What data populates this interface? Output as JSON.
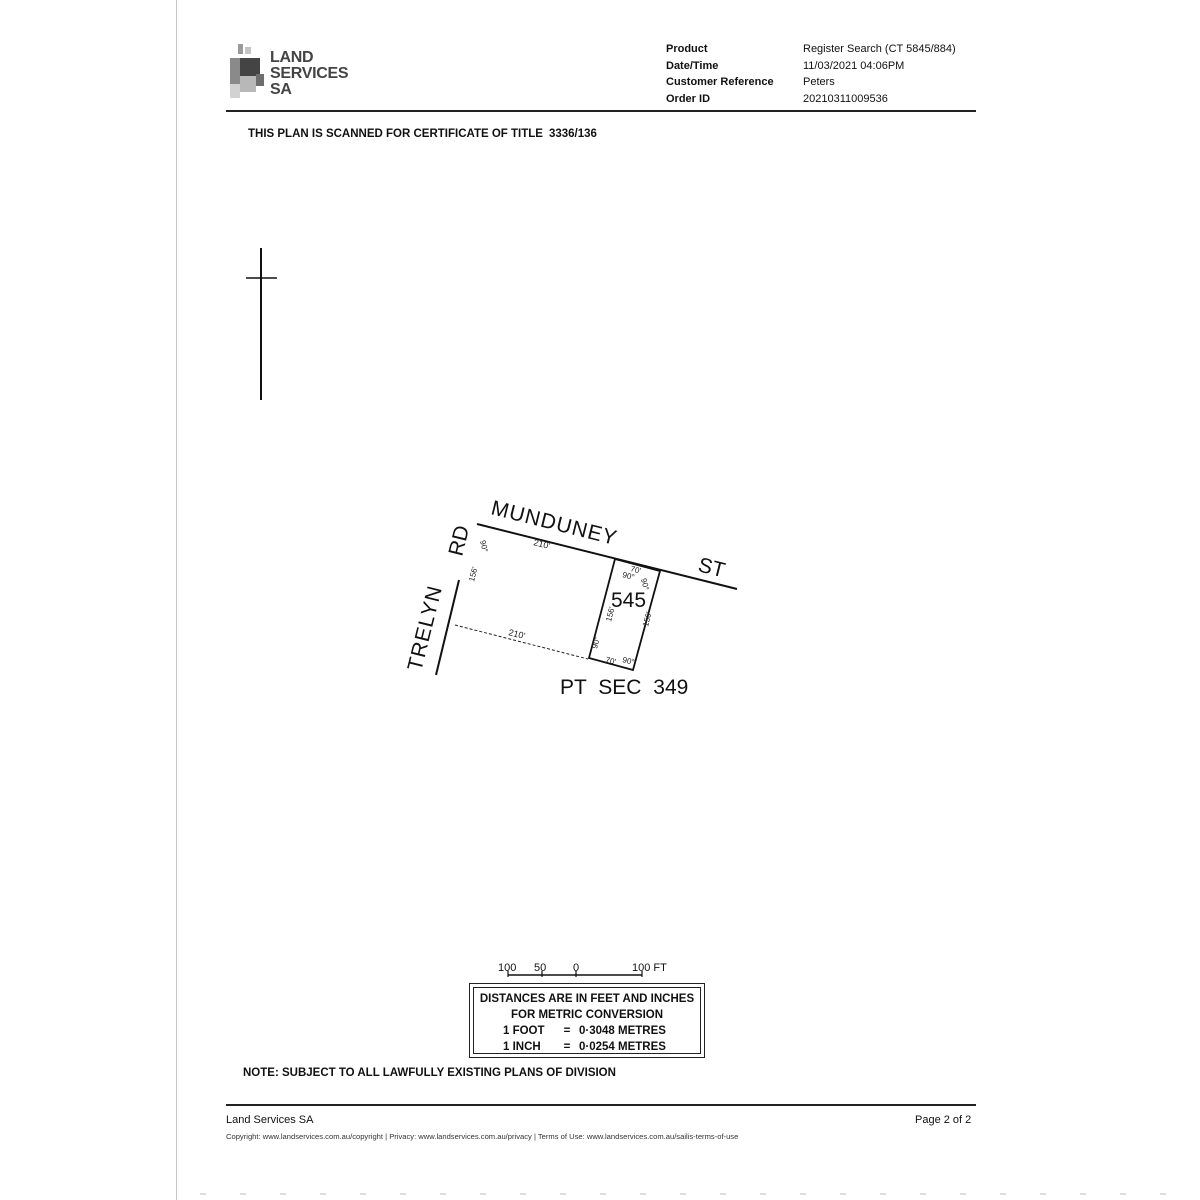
{
  "logo": {
    "lines": [
      "LAND",
      "SERVICES",
      "SA"
    ]
  },
  "meta": [
    {
      "label": "Product",
      "value": "Register Search (CT 5845/884)"
    },
    {
      "label": "Date/Time",
      "value": "11/03/2021 04:06PM"
    },
    {
      "label": "Customer Reference",
      "value": "Peters"
    },
    {
      "label": "Order ID",
      "value": "20210311009536"
    }
  ],
  "heading": {
    "text": "THIS PLAN IS SCANNED FOR CERTIFICATE OF TITLE",
    "title_no": "3336/136"
  },
  "plan": {
    "roads": {
      "north": "MUNDUNEY",
      "north_suffix": "ST",
      "west": "TRELYN",
      "west_suffix": "RD"
    },
    "allotment": "545",
    "south_label": "PT SEC 349",
    "dims": {
      "top": "210'",
      "bottom": "210'",
      "west": "156'",
      "lot_west": "156'",
      "lot_east": "156'",
      "lot_top": "70'",
      "lot_bottom": "70'",
      "angle": "90°"
    }
  },
  "scale": {
    "labels": [
      "100",
      "50",
      "0",
      "100 FT"
    ]
  },
  "conversion": {
    "line1": "DISTANCES ARE IN FEET AND INCHES",
    "line2": "FOR METRIC CONVERSION",
    "rows": [
      {
        "unit": "1  FOOT",
        "eq": "=",
        "val": "0·3048 METRES"
      },
      {
        "unit": "1  INCH",
        "eq": "=",
        "val": "0·0254 METRES"
      }
    ]
  },
  "note": "NOTE: SUBJECT TO ALL LAWFULLY EXISTING PLANS OF DIVISION",
  "footer": {
    "org": "Land Services SA",
    "page": "Page 2 of 2",
    "copyright": "Copyright: www.landservices.com.au/copyright | Privacy: www.landservices.com.au/privacy | Terms of Use: www.landservices.com.au/sailis-terms-of-use"
  }
}
